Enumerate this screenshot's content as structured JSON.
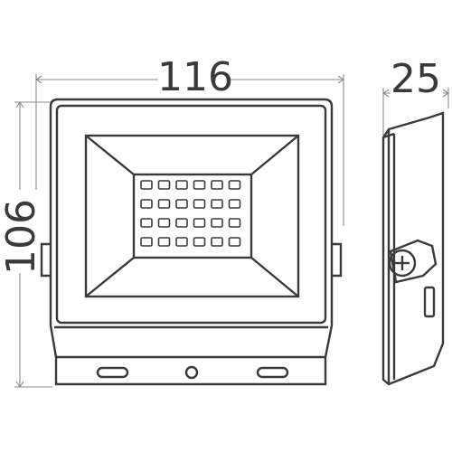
{
  "dimensions": {
    "width": "116",
    "height": "106",
    "depth": "25"
  },
  "led_grid": {
    "rows": 4,
    "cols": 6
  },
  "colors": {
    "line": "#3a3a3a",
    "dimension_line": "#8a8a8a",
    "background": "#ffffff"
  }
}
